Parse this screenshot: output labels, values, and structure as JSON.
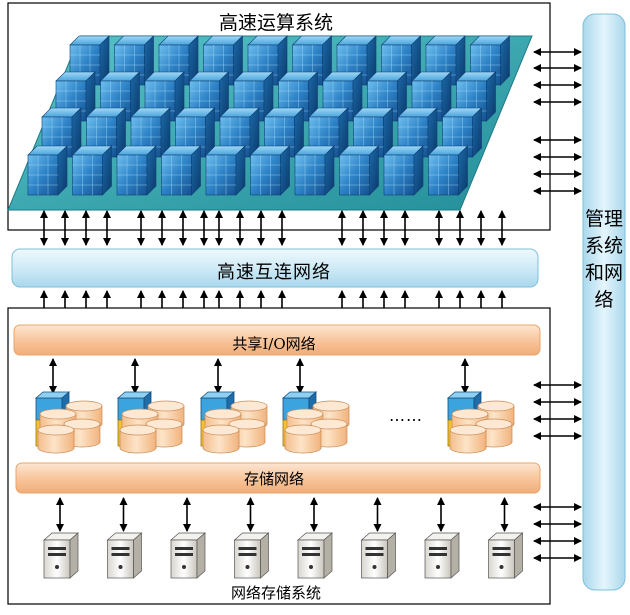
{
  "compute_system": {
    "title": "高速运算系统"
  },
  "high_speed_network": {
    "label": "高速互连网络"
  },
  "shared_io_network": {
    "label": "共享I/O网络"
  },
  "storage_network": {
    "label": "存储网络"
  },
  "network_storage_system": {
    "title": "网络存储系统"
  },
  "management": {
    "label": "管理系统和网络"
  },
  "storage_ellipsis": "……",
  "colors": {
    "cube_blue": "#2f7fc1",
    "platform_teal": "#3aa7b0",
    "network_bar_blue": "#d6eef7",
    "io_bar_orange": "#f7c49a",
    "disk_beige": "#f8d5b0",
    "controller_yellow": "#f2c232"
  },
  "icons": [
    "compute-node-cube-icon",
    "disk-array-icon",
    "server-tower-icon",
    "double-arrow-icon"
  ]
}
